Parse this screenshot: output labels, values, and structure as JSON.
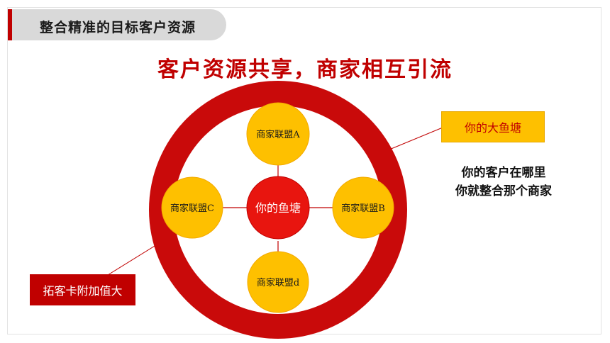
{
  "header": {
    "title": "整合精准的目标客户资源"
  },
  "main_title": "客户资源共享，商家相互引流",
  "diagram": {
    "center": "你的鱼塘",
    "nodes": {
      "top": "商家联盟A",
      "right": "商家联盟B",
      "left": "商家联盟C",
      "bottom": "商家联盟d"
    }
  },
  "callouts": {
    "right_box": "你的大鱼塘",
    "left_box": "拓客卡附加值大"
  },
  "side_text": {
    "line1": "你的客户在哪里",
    "line2": "你就整合那个商家"
  },
  "colors": {
    "brand_red": "#c00000",
    "ring_red": "#c90a0a",
    "node_yellow": "#fec000",
    "header_gray": "#d9d9d9"
  }
}
